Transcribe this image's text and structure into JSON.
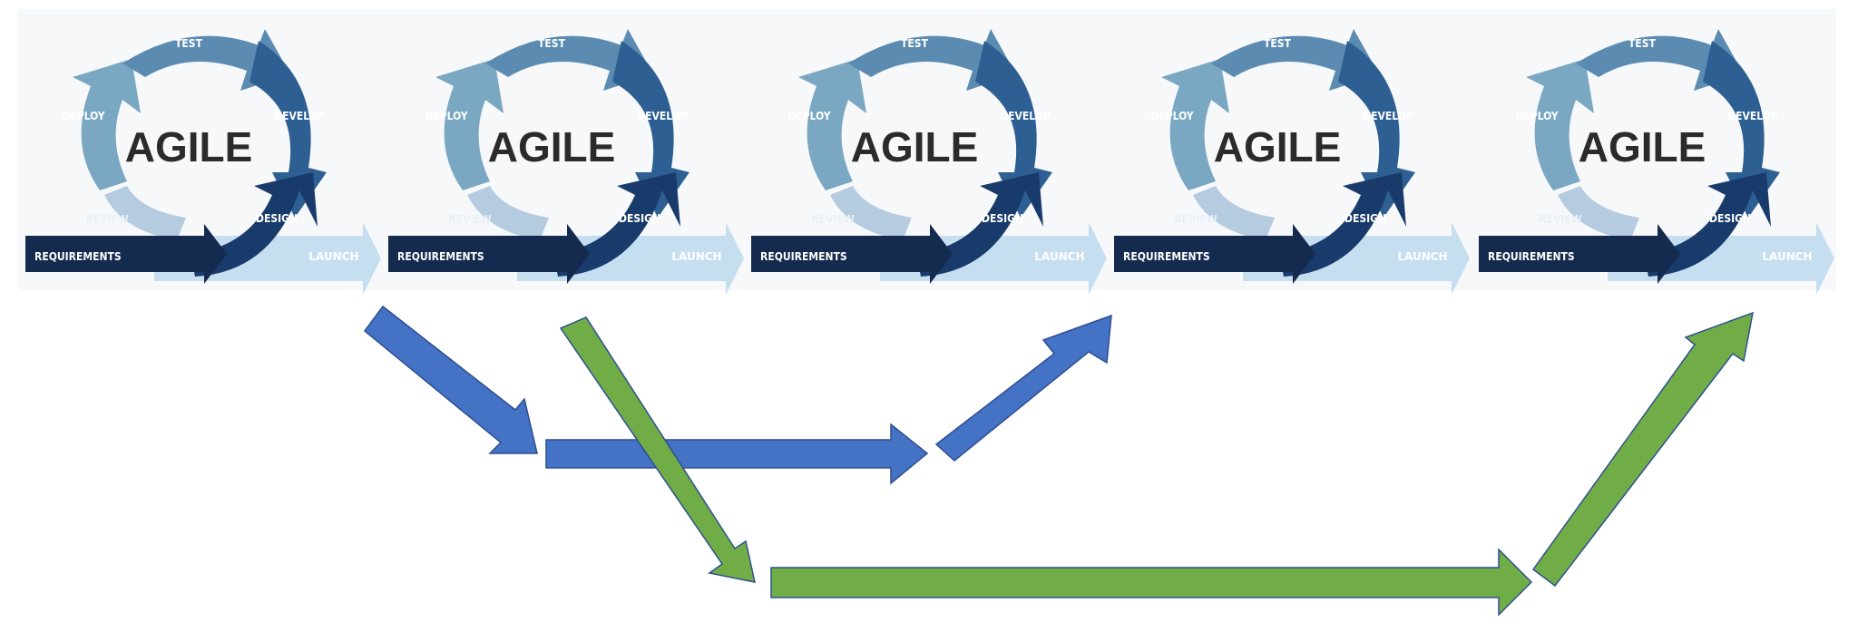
{
  "diagram": {
    "cycle": {
      "title": "AGILE",
      "stages": {
        "test": "TEST",
        "develop": "DEVELOP",
        "design": "DESIGN",
        "review": "REVIEW",
        "deploy": "DEPLOY",
        "requirements": "REQUIREMENTS",
        "launch": "LAUNCH"
      },
      "count": 5
    },
    "colors": {
      "test": "#5b8bb0",
      "develop": "#2d5f93",
      "design": "#193b6b",
      "deploy": "#7aa7c2",
      "review": "#b5cbe0",
      "requirements": "#142a4f",
      "launch": "#c5dff1",
      "flow_blue": "#4472c4",
      "flow_green": "#70ad47"
    }
  }
}
